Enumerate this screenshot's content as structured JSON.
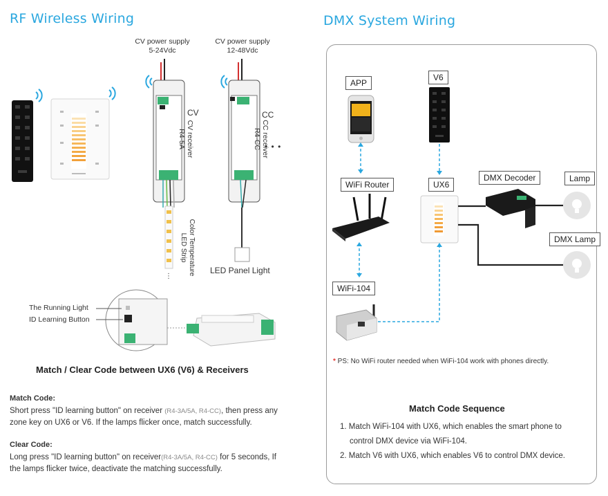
{
  "rf": {
    "title": "RF Wireless Wiring",
    "psu_cv_line1": "CV power supply",
    "psu_cv_line2": "5-24Vdc",
    "psu_cc_line1": "CV power supply",
    "psu_cc_line2": "12-48Vdc",
    "cv_tag": "CV",
    "cc_tag": "CC",
    "ellipsis": "• • •",
    "cv_receiver_line1": "CV receiver",
    "cv_receiver_line2": "R4-5A",
    "cc_receiver_line1": "CC receiver",
    "cc_receiver_line2": "R4-CC",
    "led_strip_line1": "Color Temperature",
    "led_strip_line2": "LED Strip",
    "led_panel": "LED Panel Light",
    "running_light": "The Running Light",
    "id_button": "ID Learning Button",
    "match_title": "Match / Clear Code between UX6 (V6) & Receivers",
    "match_code_head": "Match Code:",
    "match_code_p1": "Short press \"ID learning button\" on receiver ",
    "match_code_grey": "(R4-3A/5A, R4-CC)",
    "match_code_p2": ", then press any zone key on UX6 or V6. If the lamps flicker once, match successfully.",
    "clear_code_head": "Clear Code:",
    "clear_code_p1": "Long press \"ID learning button\" on receiver",
    "clear_code_grey": "(R4-3A/5A, R4-CC)",
    "clear_code_p2": " for 5 seconds, If the lamps flicker twice, deactivate the matching successfully."
  },
  "dmx": {
    "title": "DMX System Wiring",
    "app": "APP",
    "v6": "V6",
    "wifi_router": "WiFi Router",
    "ux6": "UX6",
    "dmx_decoder": "DMX Decoder",
    "lamp": "Lamp",
    "dmx_lamp": "DMX Lamp",
    "wifi104": "WiFi-104",
    "ps_star": "*",
    "ps_note": " PS: No WiFi router needed when WiFi-104 work with phones directly.",
    "seq_title": "Match Code Sequence",
    "seq": [
      "1. Match WiFi-104 with UX6, which enables the smart phone to",
      "control DMX device via WiFi-104.",
      "2. Match V6 with UX6, which enables V6 to control DMX device."
    ]
  },
  "colors": {
    "accent": "#2aa7df",
    "red_star": "#e53935",
    "wire": "#222222"
  }
}
